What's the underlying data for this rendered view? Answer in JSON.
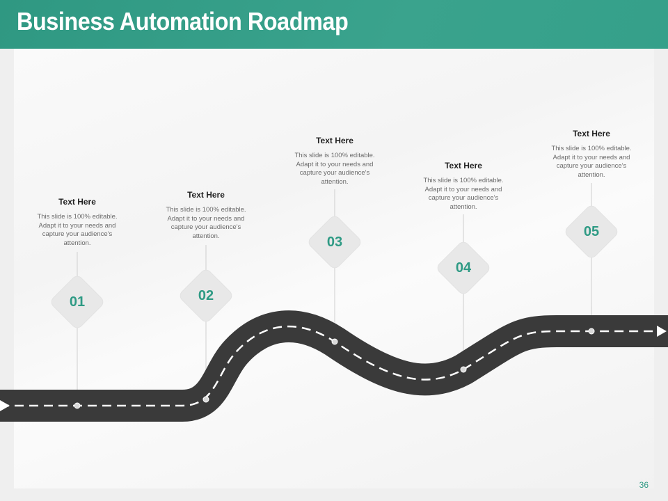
{
  "slide": {
    "title": "Business Automation Roadmap",
    "page_number": "36",
    "accent_color": "#37a08a",
    "road_color": "#3a3a3a"
  },
  "milestones": [
    {
      "number": "01",
      "heading": "Text Here",
      "body": "This slide is 100% editable.  Adapt it to your needs and capture your audience's attention."
    },
    {
      "number": "02",
      "heading": "Text Here",
      "body": "This slide is 100% editable.  Adapt it to your needs and capture your audience's attention."
    },
    {
      "number": "03",
      "heading": "Text Here",
      "body": "This slide is 100% editable.  Adapt it to your needs and capture your audience's attention."
    },
    {
      "number": "04",
      "heading": "Text Here",
      "body": "This slide is 100% editable.  Adapt it to your needs and capture your audience's attention."
    },
    {
      "number": "05",
      "heading": "Text Here",
      "body": "This slide is 100% editable.  Adapt it to your needs and capture your audience's attention."
    }
  ]
}
